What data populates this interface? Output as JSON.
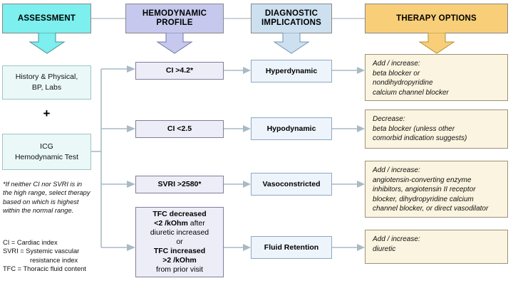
{
  "headers": [
    {
      "id": "assessment",
      "label": "ASSESSMENT",
      "color": "#7CEFEE"
    },
    {
      "id": "hemodynamic-profile",
      "label": "HEMODYNAMIC\nPROFILE",
      "line1": "HEMODYNAMIC",
      "line2": "PROFILE",
      "color": "#C6C9ED"
    },
    {
      "id": "diagnostic-implications",
      "line1": "DIAGNOSTIC",
      "line2": "IMPLICATIONS",
      "color": "#CCE0F0"
    },
    {
      "id": "therapy-options",
      "label": "THERAPY OPTIONS",
      "color": "#F8CE78"
    }
  ],
  "assessment": {
    "card1_line1": "History & Physical,",
    "card1_line2": "BP, Labs",
    "plus": "+",
    "card2_line1": "ICG",
    "card2_line2": "Hemodynamic Test"
  },
  "footnote": {
    "asterisk_note": "*If neither CI nor SVRI is in the high range, select therapy based on which is highest within the normal range.",
    "asterisk_lines": [
      "*If neither CI nor SVRI is in",
      "the high range, select therapy",
      "based on which is highest",
      "within the normal range."
    ],
    "legend_lines": [
      "CI = Cardiac index",
      "SVRI = Systemic vascular",
      "resistance index",
      "TFC = Thoracic fluid content"
    ]
  },
  "rows": [
    {
      "profile_text": "CI >4.2*",
      "diagnosis": "Hyperdynamic",
      "therapy_lines": [
        "Add / increase:",
        "beta blocker or",
        "nondihydropyridine",
        "calcium channel blocker"
      ]
    },
    {
      "profile_text": "CI <2.5",
      "diagnosis": "Hypodynamic",
      "therapy_lines": [
        "Decrease:",
        "beta blocker (unless other",
        "comorbid indication suggests)"
      ]
    },
    {
      "profile_text": "SVRI >2580*",
      "diagnosis": "Vasoconstricted",
      "therapy_lines": [
        "Add / increase:",
        "angiotensin-converting enzyme",
        "inhibitors, angiotensin II receptor",
        "blocker, dihydropyridine calcium",
        "channel blocker, or direct vasodilator"
      ]
    },
    {
      "profile_lines": [
        {
          "text": "TFC decreased",
          "bold": true
        },
        {
          "text": "<2 /kOhm",
          "bold": true,
          "suffix": " after",
          "suffix_bold": false
        },
        {
          "text": "diuretic increased",
          "bold": false
        },
        {
          "text": "or",
          "bold": false
        },
        {
          "text": "TFC increased",
          "bold": true
        },
        {
          "text": ">2 /kOhm",
          "bold": true
        },
        {
          "text": "from prior visit",
          "bold": false
        }
      ],
      "profile_text": "TFC decreased <2 /kOhm after diuretic increased or TFC increased >2 /kOhm from prior visit",
      "diagnosis": "Fluid Retention",
      "therapy_lines": [
        "Add / increase:",
        "diuretic"
      ]
    }
  ],
  "colors": {
    "cyan": "#7CEFEE",
    "purple": "#C6C9ED",
    "header_blue": "#CCE0F0",
    "orange": "#F8CE78",
    "assess_fill": "#EAF8F8",
    "profile_fill": "#EDEDF8",
    "diag_fill": "#EDF4FC",
    "therapy_fill": "#FBF4E0",
    "connector": "#A8BAC6"
  }
}
